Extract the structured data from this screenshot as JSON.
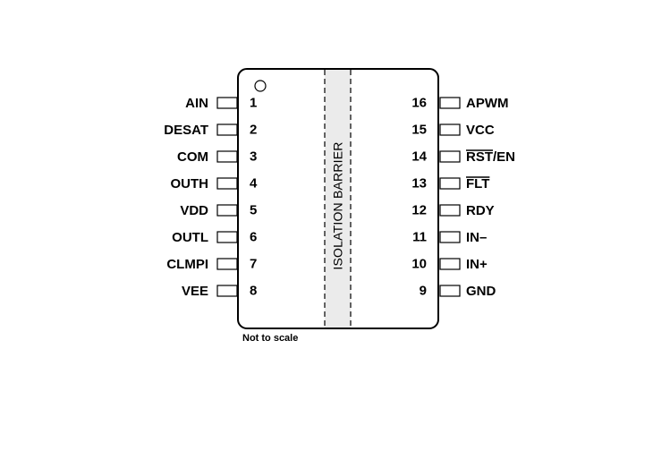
{
  "package": {
    "barrier_label": "ISOLATION BARRIER",
    "note": "Not to scale",
    "barrier_fill": "#ebebeb"
  },
  "left_pins": [
    {
      "number": "1",
      "name": "AIN",
      "overline": false
    },
    {
      "number": "2",
      "name": "DESAT",
      "overline": false
    },
    {
      "number": "3",
      "name": "COM",
      "overline": false
    },
    {
      "number": "4",
      "name": "OUTH",
      "overline": false
    },
    {
      "number": "5",
      "name": "VDD",
      "overline": false
    },
    {
      "number": "6",
      "name": "OUTL",
      "overline": false
    },
    {
      "number": "7",
      "name": "CLMPI",
      "overline": false
    },
    {
      "number": "8",
      "name": "VEE",
      "overline": false
    }
  ],
  "right_pins": [
    {
      "number": "16",
      "name": "APWM",
      "overline": false
    },
    {
      "number": "15",
      "name": "VCC",
      "overline": false
    },
    {
      "number": "14",
      "name": "RST",
      "suffix": "/EN",
      "overline": true
    },
    {
      "number": "13",
      "name": "FLT",
      "overline": true
    },
    {
      "number": "12",
      "name": "RDY",
      "overline": false
    },
    {
      "number": "11",
      "name": "IN–",
      "overline": false
    },
    {
      "number": "10",
      "name": "IN+",
      "overline": false
    },
    {
      "number": "9",
      "name": "GND",
      "overline": false
    }
  ]
}
